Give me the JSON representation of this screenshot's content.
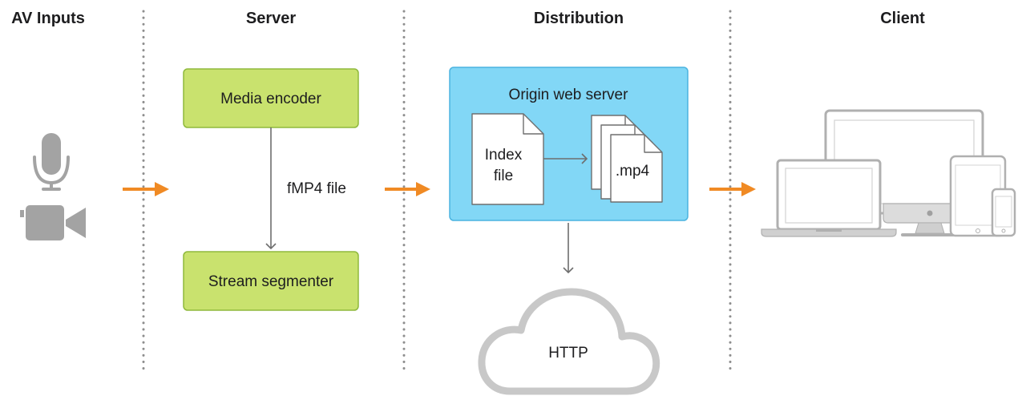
{
  "columns": {
    "av_inputs": "AV Inputs",
    "server": "Server",
    "distribution": "Distribution",
    "client": "Client"
  },
  "server": {
    "encoder": "Media encoder",
    "connector_label": "fMP4 file",
    "segmenter": "Stream segmenter"
  },
  "distribution": {
    "origin": "Origin web server",
    "index_line1": "Index",
    "index_line2": "file",
    "media_file": ".mp4",
    "cloud": "HTTP"
  },
  "colors": {
    "encoder_fill": "#c9e26e",
    "encoder_stroke": "#8fb93c",
    "origin_fill": "#82d7f6",
    "origin_stroke": "#4bb4e0",
    "flow_arrow": "#f08a24",
    "device_gray": "#b0b0b0",
    "icon_gray": "#a3a3a3",
    "divider": "#8e8e8e"
  }
}
